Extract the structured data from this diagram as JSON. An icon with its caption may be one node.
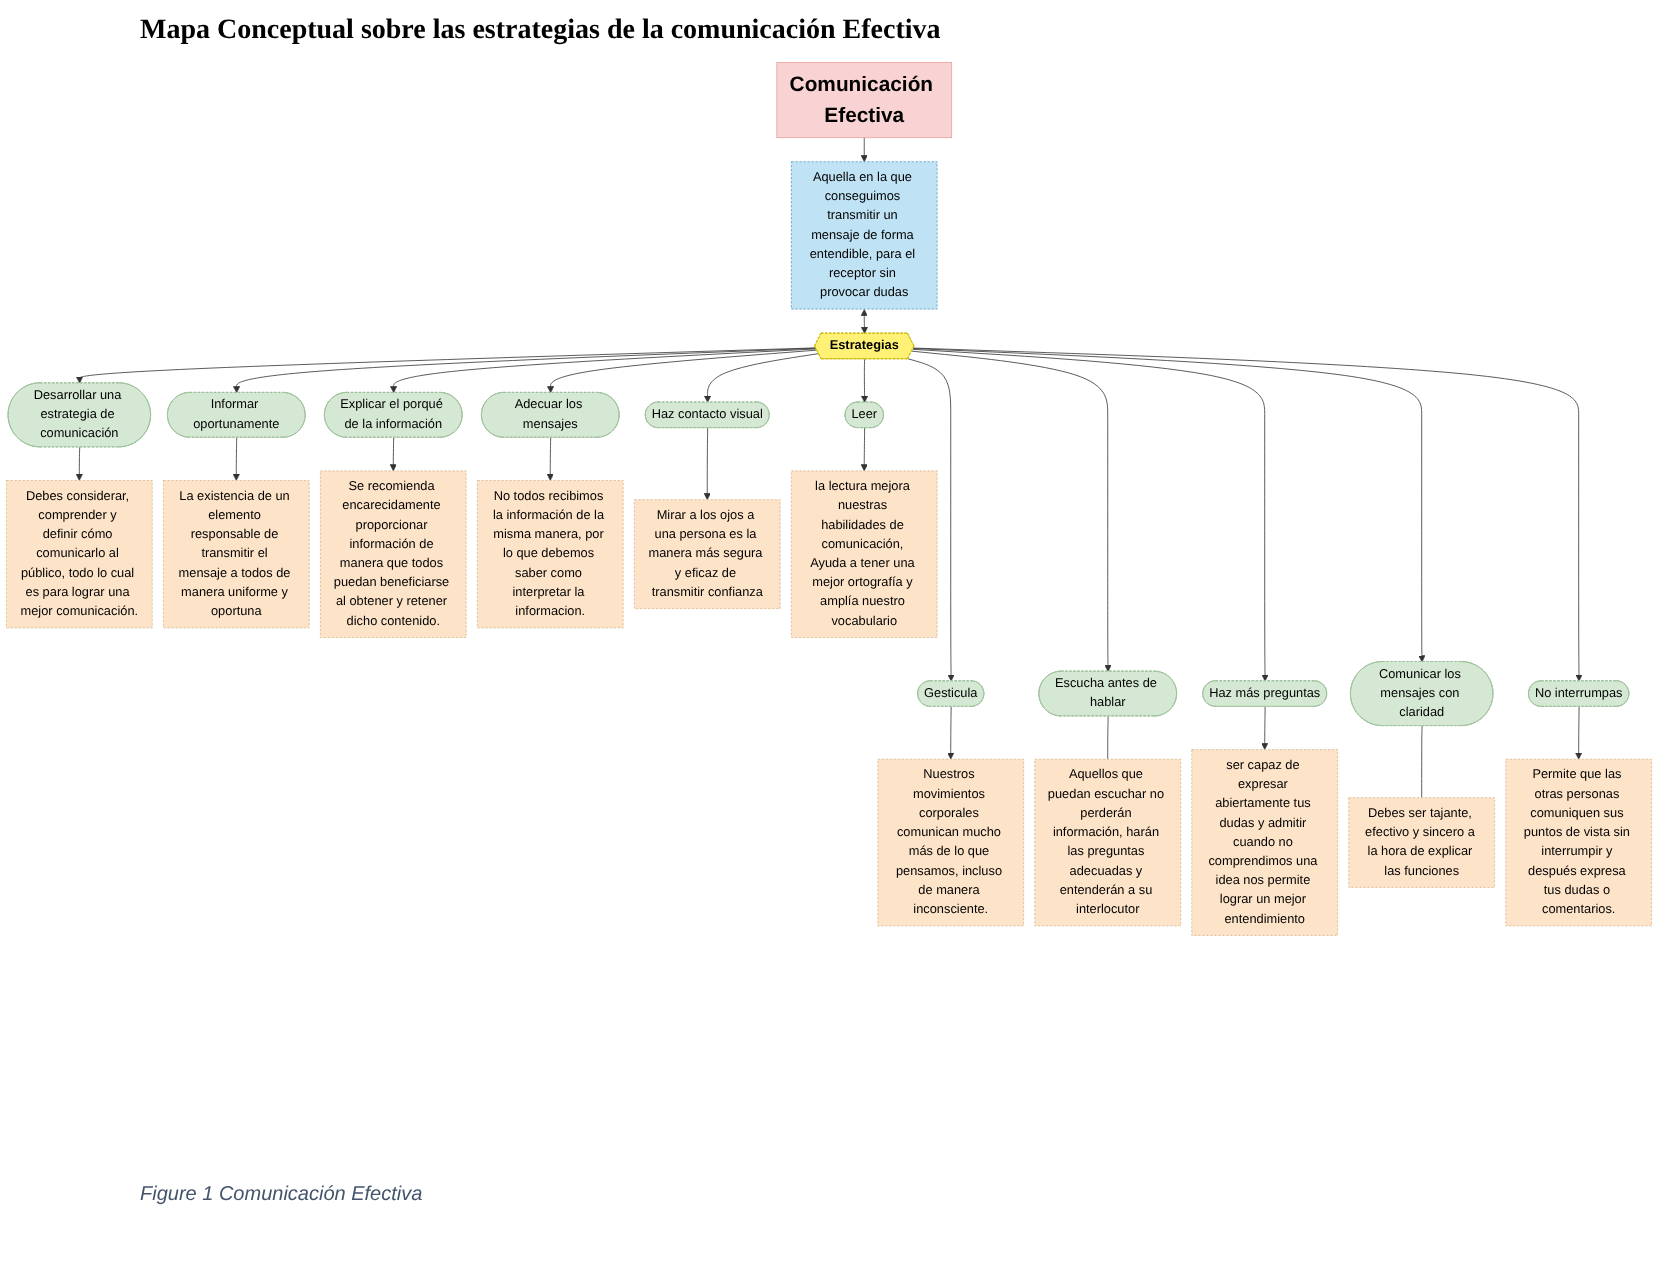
{
  "diagram": {
    "title": "Mapa Conceptual sobre las estrategias de la comunicación Efectiva",
    "caption": "Figure 1 Comunicación Efectiva",
    "nodes": [
      {
        "text": [
          "Comunicación Efectiva"
        ]
      },
      {
        "text": [
          "Aquella en la que conseguimos transmitir un mensaje de forma entendible, para el receptor sin provocar dudas"
        ]
      },
      {
        "text": [
          "Estrategias"
        ]
      },
      {
        "text": [
          "Desarrollar una estrategia de comunicación"
        ]
      },
      {
        "text": [
          "Debes considerar, comprender y definir cómo comunicarlo al público, todo lo cual es para lograr una mejor comunicación."
        ]
      },
      {
        "text": [
          "Informar oportunamente"
        ]
      },
      {
        "text": [
          "La existencia de un elemento responsable de transmitir el mensaje a todos de manera uniforme y oportuna"
        ]
      },
      {
        "text": [
          "Explicar el porqué de la información"
        ]
      },
      {
        "text": [
          "Se recomienda encarecidamente proporcionar información de manera que todos puedan beneficiarse al obtener y retener dicho contenido."
        ]
      },
      {
        "text": [
          "Adecuar los mensajes"
        ]
      },
      {
        "text": [
          "No todos recibimos la información de la misma manera, por lo que debemos saber como interpretar la informacion."
        ]
      },
      {
        "text": [
          "Haz contacto visual"
        ]
      },
      {
        "text": [
          "Mirar a los ojos a una persona es la manera más segura y eficaz de transmitir confianza"
        ]
      },
      {
        "text": [
          "Leer"
        ]
      },
      {
        "text": [
          "la lectura mejora nuestras habilidades de comunicación, Ayuda a tener una mejor ortografía y amplía nuestro vocabulario"
        ]
      },
      {
        "text": [
          "Gesticula"
        ]
      },
      {
        "text": [
          "Nuestros movimientos corporales comunican mucho más de lo que pensamos, incluso de manera inconsciente."
        ]
      },
      {
        "text": [
          "Escucha antes de hablar"
        ]
      },
      {
        "text": [
          "Aquellos que puedan escuchar no perderán información, harán las preguntas adecuadas y entenderán a su interlocutor"
        ]
      },
      {
        "text": [
          "Haz más preguntas"
        ]
      },
      {
        "text": [
          "ser capaz de expresar abiertamente tus dudas y admitir cuando no comprendimos una idea nos permite lograr un mejor entendimiento"
        ]
      },
      {
        "text": [
          "Comunicar los mensajes con claridad"
        ]
      },
      {
        "text": [
          "Debes ser tajante, efectivo y sincero a la hora de explicar las funciones"
        ]
      },
      {
        "text": [
          "No interrumpas"
        ]
      },
      {
        "text": [
          "Permite que las otras personas comuniquen sus puntos de vista sin interrumpir y después expresa tus dudas o comentarios."
        ]
      }
    ],
    "edges": [
      {
        "from": 0,
        "to": 1,
        "arrow": "to"
      },
      {
        "from": 1,
        "to": 2,
        "arrow": "both"
      },
      {
        "from": 2,
        "to": 3,
        "arrow": "to"
      },
      {
        "from": 2,
        "to": 15,
        "arrow": "to"
      },
      {
        "from": 2,
        "to": 5,
        "arrow": "to"
      },
      {
        "from": 2,
        "to": 17,
        "arrow": "to"
      },
      {
        "from": 2,
        "to": 7,
        "arrow": "to"
      },
      {
        "from": 2,
        "to": 19,
        "arrow": "to"
      },
      {
        "from": 2,
        "to": 9,
        "arrow": "to"
      },
      {
        "from": 2,
        "to": 21,
        "arrow": "to"
      },
      {
        "from": 2,
        "to": 11,
        "arrow": "to"
      },
      {
        "from": 2,
        "to": 23,
        "arrow": "to"
      },
      {
        "from": 2,
        "to": 13,
        "arrow": "to"
      },
      {
        "from": 3,
        "to": 4,
        "arrow": "to"
      },
      {
        "from": 5,
        "to": 6,
        "arrow": "to"
      },
      {
        "from": 7,
        "to": 8,
        "arrow": "to"
      },
      {
        "from": 9,
        "to": 10,
        "arrow": "to"
      },
      {
        "from": 11,
        "to": 12,
        "arrow": "to"
      },
      {
        "from": 13,
        "to": 14,
        "arrow": "to"
      },
      {
        "from": 15,
        "to": 16,
        "arrow": "to"
      },
      {
        "from": 17,
        "to": 18,
        "arrow": "none"
      },
      {
        "from": 19,
        "to": 20,
        "arrow": "to"
      },
      {
        "from": 21,
        "to": 22,
        "arrow": "none"
      },
      {
        "from": 23,
        "to": 24,
        "arrow": "to"
      }
    ]
  }
}
